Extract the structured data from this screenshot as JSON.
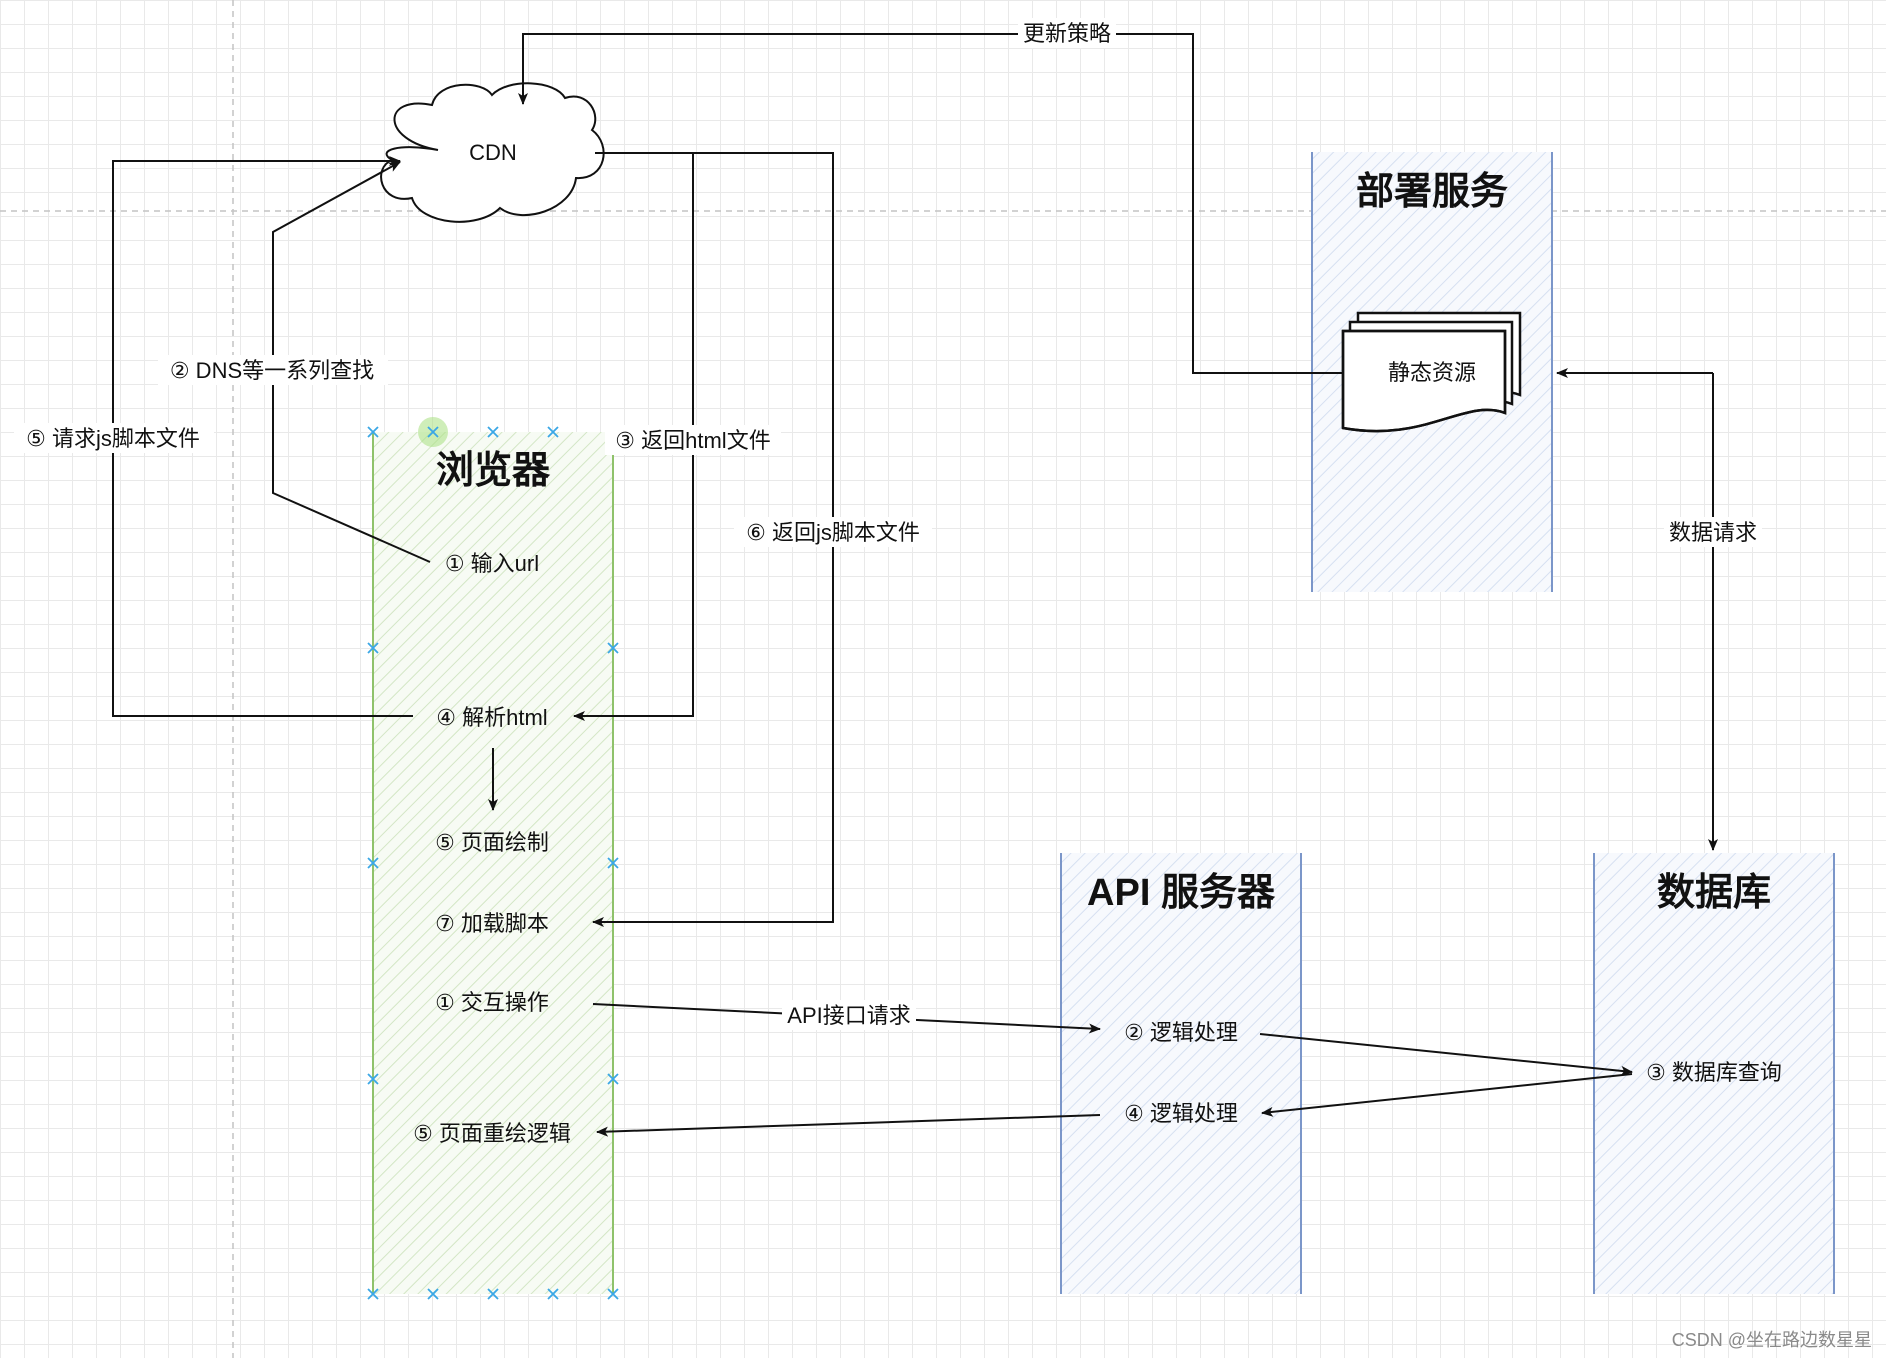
{
  "nodes": {
    "cdn": "CDN",
    "deploy_title": "部署服务",
    "static_res": "静态资源",
    "browser_title": "浏览器",
    "api_title": "API 服务器",
    "db_title": "数据库"
  },
  "steps": {
    "input_url": "① 输入url",
    "parse_html": "④ 解析html",
    "page_draw": "⑤ 页面绘制",
    "load_script": "⑦ 加载脚本",
    "interaction": "① 交互操作",
    "repaint": "⑤ 页面重绘逻辑",
    "logic1": "② 逻辑处理",
    "logic2": "④ 逻辑处理",
    "db_query": "③ 数据库查询"
  },
  "edges": {
    "update_policy": "更新策略",
    "dns_lookup": "② DNS等一系列查找",
    "request_js": "⑤ 请求js脚本文件",
    "return_html": "③ 返回html文件",
    "return_js": "⑥ 返回js脚本文件",
    "data_request": "数据请求",
    "api_request": "API接口请求"
  },
  "watermark": "CSDN @坐在路边数星星",
  "colors": {
    "browser_border": "#8fc26b",
    "service_border": "#7b96c9",
    "marker": "#3aa7e6"
  }
}
